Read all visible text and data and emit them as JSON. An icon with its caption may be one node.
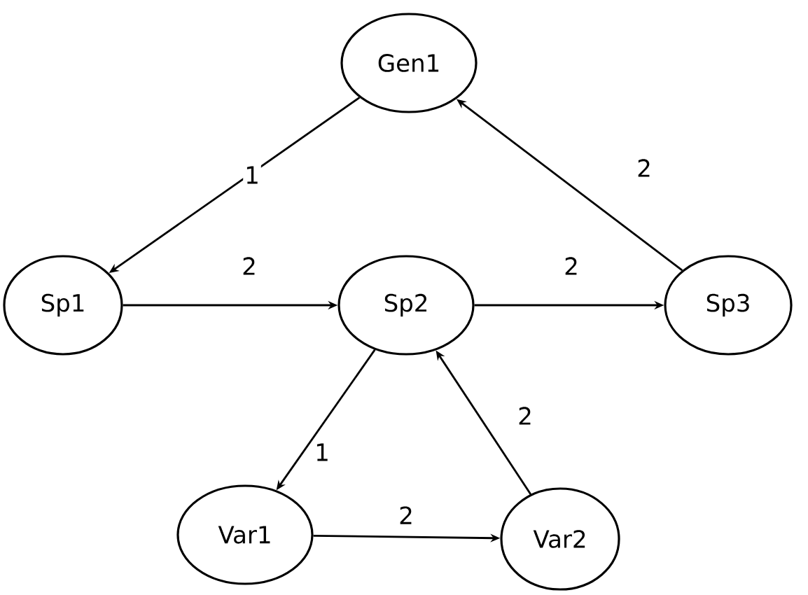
{
  "diagram": {
    "nodes": [
      {
        "text": [
          "Gen1"
        ]
      },
      {
        "text": [
          "Sp1"
        ]
      },
      {
        "text": [
          "Sp2"
        ]
      },
      {
        "text": [
          "Sp3"
        ]
      },
      {
        "text": [
          "Var1"
        ]
      },
      {
        "text": [
          "Var2"
        ]
      }
    ],
    "edges": [
      {
        "from": 0,
        "to": 1,
        "arrow": "to",
        "label": "1"
      },
      {
        "from": 1,
        "to": 2,
        "arrow": "to",
        "label": "2"
      },
      {
        "from": 2,
        "to": 3,
        "arrow": "to",
        "label": "2"
      },
      {
        "from": 3,
        "to": 0,
        "arrow": "to",
        "label": "2"
      },
      {
        "from": 2,
        "to": 4,
        "arrow": "to",
        "label": "1"
      },
      {
        "from": 5,
        "to": 2,
        "arrow": "to",
        "label": "2"
      },
      {
        "from": 4,
        "to": 5,
        "arrow": "to",
        "label": "2"
      }
    ]
  }
}
